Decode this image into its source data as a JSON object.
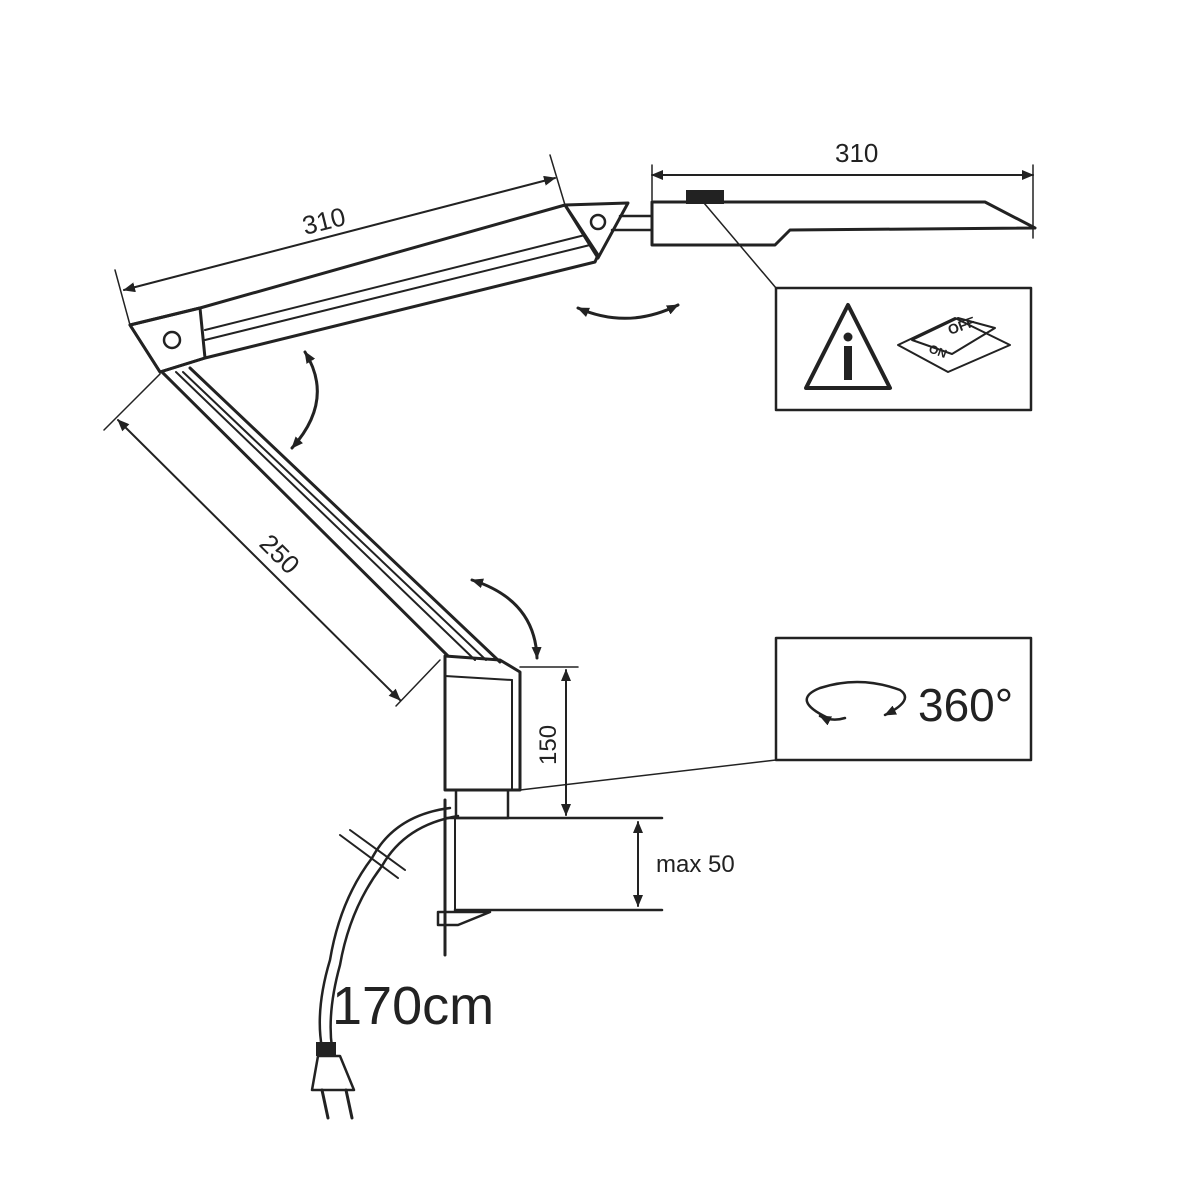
{
  "dimensions": {
    "upper_arm": "310",
    "head": "310",
    "lower_arm": "250",
    "base_height": "150",
    "clamp_max": "max 50",
    "cable_length": "170cm"
  },
  "rotation_label": "360°",
  "switch_labels": {
    "off": "OFF",
    "on": "ON"
  },
  "colors": {
    "ink": "#222222",
    "background": "#ffffff"
  },
  "icons": [
    "warning-info-icon",
    "switch-on-off-icon",
    "rotation-360-icon",
    "plug-icon"
  ]
}
